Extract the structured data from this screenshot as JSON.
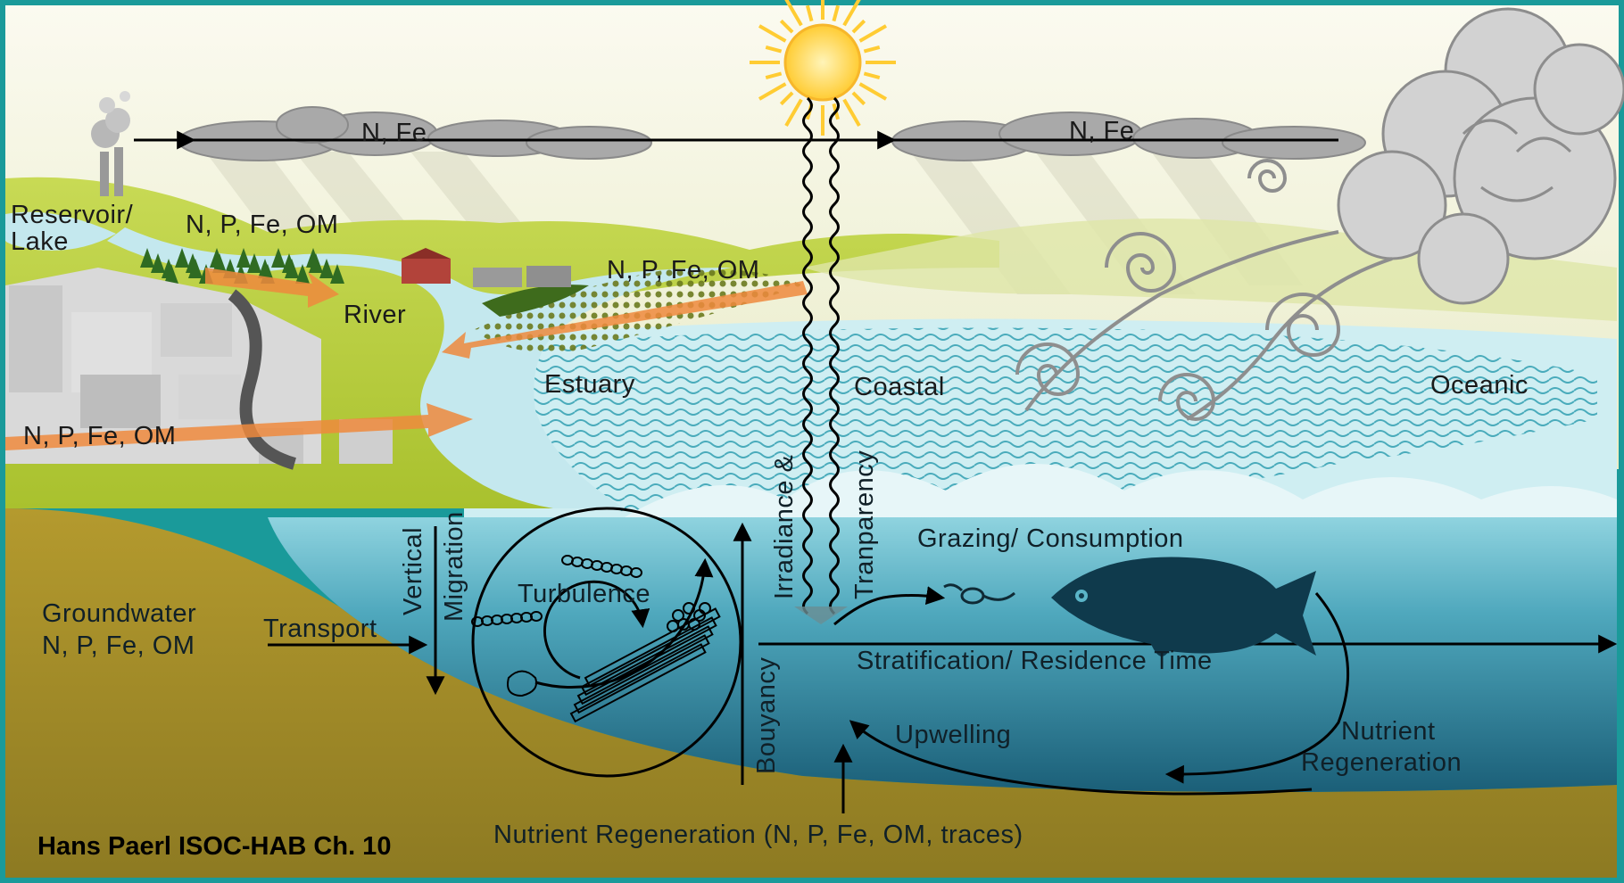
{
  "colors": {
    "frame": "#1a9a9a",
    "sky": "#f4f2d8",
    "land_green": "#b9cf3c",
    "river": "#bfe6ea",
    "water_surface": "#7fc9d6",
    "water_deep": "#1f6f86",
    "sediment": "#a8902a",
    "fish": "#0f3a4c",
    "sun": "#ffd24a",
    "cloud": "#a9a9a9"
  },
  "atmosphere": {
    "left_deposition": "N, Fe",
    "right_deposition": "N, Fe"
  },
  "land": {
    "reservoir_line1": "Reservoir/",
    "reservoir_line2": "Lake",
    "forest_inputs": "N, P, Fe, OM",
    "farm_inputs": "N, P, Fe, OM",
    "urban_inputs": "N, P, Fe, OM",
    "river": "River"
  },
  "zones": {
    "estuary": "Estuary",
    "coastal": "Coastal",
    "oceanic": "Oceanic"
  },
  "processes": {
    "irradiance": "Irradiance &",
    "transparency": "Tranparency",
    "grazing": "Grazing/ Consumption",
    "vertical": "Vertical",
    "migration": "Migration",
    "turbulence": "Turbulence",
    "transport": "Transport",
    "groundwater_line1": "Groundwater",
    "groundwater_line2": "N, P, Fe, OM",
    "bouyancy": "Bouyancy",
    "stratification": "Stratification/ Residence Time",
    "upwelling": "Upwelling",
    "nutrient_regen_line1": "Nutrient",
    "nutrient_regen_line2": "Regeneration",
    "bottom_regen": "Nutrient Regeneration (N, P, Fe, OM, traces)"
  },
  "credit": "Hans Paerl ISOC-HAB Ch. 10"
}
